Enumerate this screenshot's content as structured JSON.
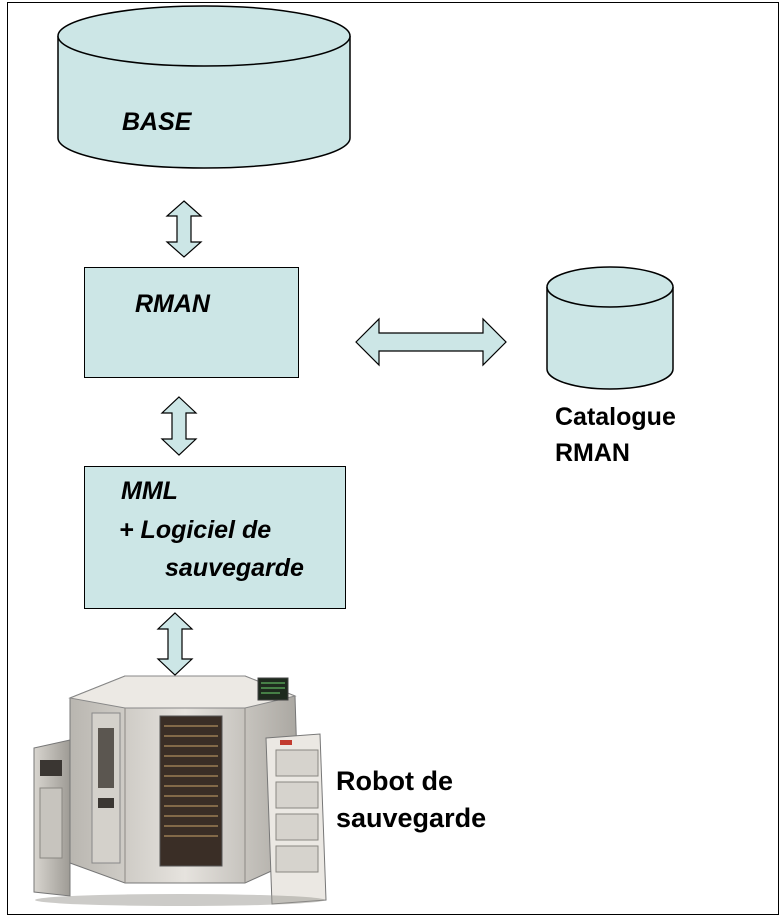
{
  "diagram": {
    "nodes": {
      "base": {
        "label": "BASE",
        "shape": "cylinder"
      },
      "rman": {
        "label": "RMAN",
        "shape": "rectangle"
      },
      "catalogue": {
        "label_line1": "Catalogue",
        "label_line2": "RMAN",
        "shape": "cylinder"
      },
      "mml": {
        "label_line1": "MML",
        "label_line2": "+ Logiciel de",
        "label_line3": "sauvegarde",
        "shape": "rectangle"
      },
      "robot": {
        "label_line1": "Robot de",
        "label_line2": "sauvegarde",
        "shape": "tape-library-photo"
      }
    },
    "edges": [
      {
        "from": "base",
        "to": "rman",
        "style": "double-arrow"
      },
      {
        "from": "rman",
        "to": "catalogue",
        "style": "double-arrow"
      },
      {
        "from": "rman",
        "to": "mml",
        "style": "double-arrow"
      },
      {
        "from": "mml",
        "to": "robot",
        "style": "double-arrow"
      }
    ]
  },
  "colors": {
    "fill": "#cce6e6",
    "stroke": "#000000",
    "arrow_fill": "#cce6e6"
  }
}
